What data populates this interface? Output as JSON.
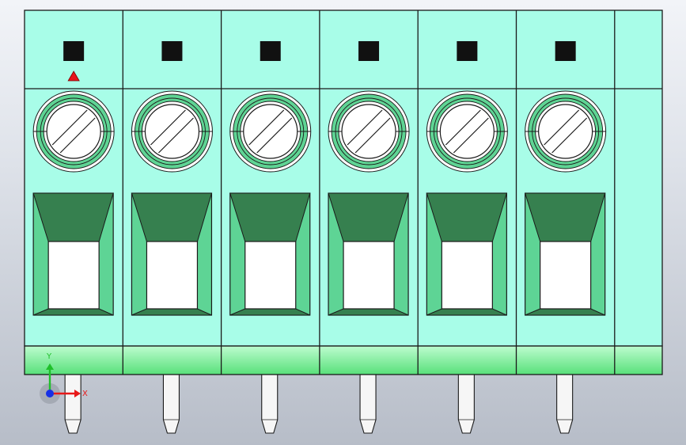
{
  "viewport": {
    "title": "",
    "pole_count": 6,
    "colors": {
      "body_face": "#a8fde8",
      "outline": "#1a1a1a",
      "bottom_band_top": "#bdfccf",
      "bottom_band_bottom": "#58e07a",
      "screw_ring": "#5fd494",
      "wire_funnel_dark": "#36804f",
      "wire_funnel_light": "#5ed495",
      "wire_opening": "#ffffff",
      "pin_fill": "#f6f6f6",
      "marker_square": "#111111",
      "pin1_marker": "#e8141b"
    },
    "icons": {
      "pin1_marker": "triangle-marker-icon",
      "screw": "slotted-screw-icon",
      "axis_triad": "axis-triad-icon"
    }
  },
  "triad": {
    "x_label": "X",
    "y_label": "Y",
    "x_color": "#e81818",
    "y_color": "#1fbf2a",
    "z_color": "#1630e6"
  }
}
